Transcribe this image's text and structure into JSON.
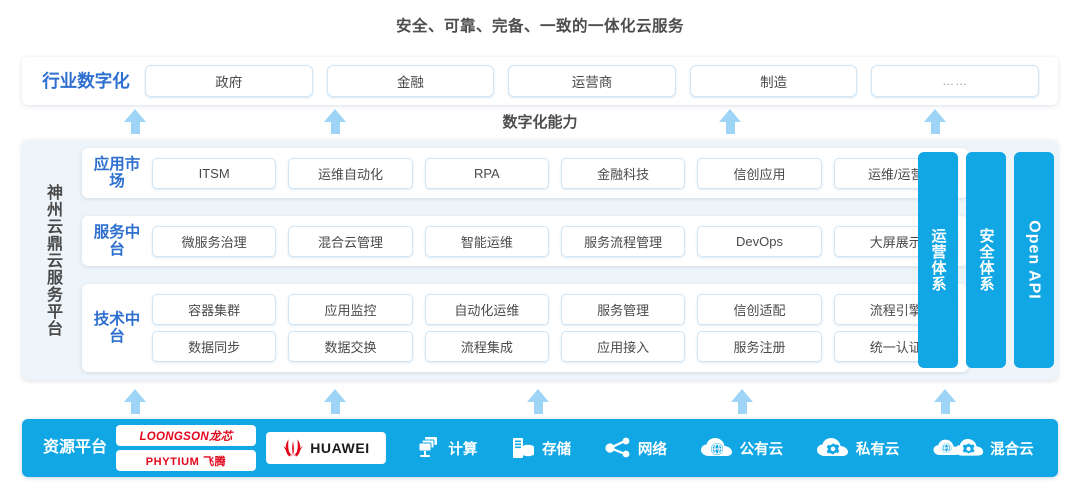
{
  "title": "安全、可靠、完备、一致的一体化云服务",
  "capability_label": "数字化能力",
  "colors": {
    "accent_blue": "#11a7e4",
    "label_blue": "#2e6fd0",
    "arrow_blue": "#9ed4f5",
    "panel_bg": "#eef5fa",
    "logo_red": "#e3051b"
  },
  "industry": {
    "label": "行业数字化",
    "items": [
      "政府",
      "金融",
      "运营商",
      "制造",
      "……"
    ]
  },
  "platform": {
    "vertical_label": "神州云鼎云服务平台",
    "tiers": [
      {
        "label": "应用市场",
        "rows": [
          [
            "ITSM",
            "运维自动化",
            "RPA",
            "金融科技",
            "信创应用",
            "运维/运营"
          ]
        ]
      },
      {
        "label": "服务中台",
        "rows": [
          [
            "微服务治理",
            "混合云管理",
            "智能运维",
            "服务流程管理",
            "DevOps",
            "大屏展示"
          ]
        ]
      },
      {
        "label": "技术中台",
        "rows": [
          [
            "容器集群",
            "应用监控",
            "自动化运维",
            "服务管理",
            "信创适配",
            "流程引擎"
          ],
          [
            "数据同步",
            "数据交换",
            "流程集成",
            "应用接入",
            "服务注册",
            "统一认证"
          ]
        ]
      }
    ],
    "side_bars": [
      {
        "text": "运营体系",
        "script": "cjk"
      },
      {
        "text": "安全体系",
        "script": "cjk"
      },
      {
        "text": "Open API",
        "script": "latin"
      }
    ]
  },
  "resource": {
    "label": "资源平台",
    "logos": [
      {
        "name": "loongson-logo",
        "text": "LOONGSON龙芯"
      },
      {
        "name": "phytium-logo",
        "text": "PHYTIUM 飞腾"
      },
      {
        "name": "huawei-logo",
        "text": "HUAWEI"
      }
    ],
    "items": [
      {
        "icon": "compute-icon",
        "label": "计算"
      },
      {
        "icon": "storage-icon",
        "label": "存储"
      },
      {
        "icon": "network-icon",
        "label": "网络"
      },
      {
        "icon": "public-cloud-icon",
        "label": "公有云"
      },
      {
        "icon": "private-cloud-icon",
        "label": "私有云"
      },
      {
        "icon": "hybrid-cloud-icon",
        "label": "混合云"
      }
    ]
  },
  "arrows": {
    "upper_count": 4,
    "lower_count": 5
  }
}
